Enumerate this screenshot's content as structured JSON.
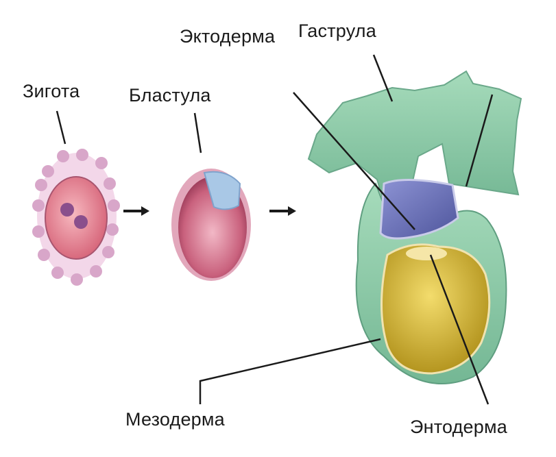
{
  "labels": {
    "zygote": "Зигота",
    "blastula": "Бластула",
    "ectoderm": "Эктодерма",
    "gastrula": "Гаструла",
    "mesoderm": "Мезодерма",
    "endoderm": "Энтодерма"
  },
  "colors": {
    "zygote_fill": "#e98f9a",
    "zygote_halo": "#e7b6d8",
    "blastula_fill": "#c9617d",
    "blastula_cap": "#a9c8e6",
    "tissue_green": "#8fcca8",
    "ectoderm_blue": "#6a72b6",
    "yolk_yellow": "#d1b640",
    "line": "#1a1a1a"
  }
}
